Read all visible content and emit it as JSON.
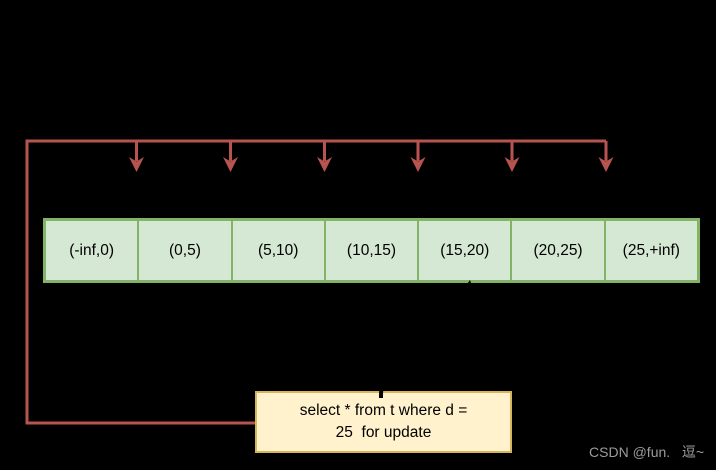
{
  "diagram": {
    "row_cells": [
      "(-inf,0)",
      "(0,5)",
      "(5,10)",
      "(10,15)",
      "(15,20)",
      "(20,25)",
      "(25,+inf)"
    ],
    "query_box": {
      "line1": "select * from t where d =",
      "line2": "25  for update"
    },
    "gap_arrow_count": 6
  },
  "colors": {
    "background": "#000000",
    "connector_red": "#b85450",
    "cell_fill": "#d5e8d4",
    "cell_border": "#82b366",
    "note_fill": "#fff2cc",
    "note_border": "#d6b656",
    "diagram_text": "#000000",
    "query_arrow": "#000000",
    "watermark": "#9c9c9c"
  },
  "watermark": {
    "text": "CSDN @fun.   逗~"
  }
}
